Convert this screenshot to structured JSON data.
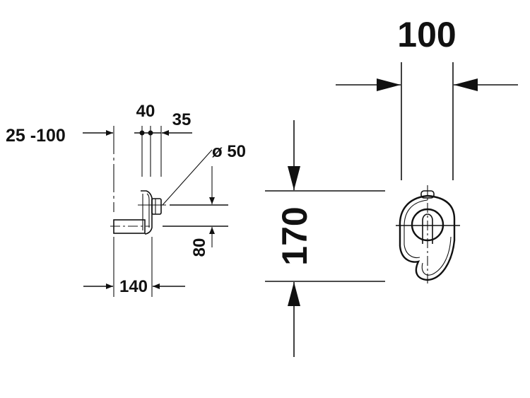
{
  "drawing": {
    "width_label": "100",
    "adjust_range_label": "25 -100",
    "offset_a_label": "40",
    "offset_b_label": "35",
    "diameter_label": "ø 50",
    "height_label": "170",
    "drop_label": "80",
    "depth_label": "140"
  },
  "colors": {
    "ink": "#111111",
    "background": "#ffffff"
  }
}
